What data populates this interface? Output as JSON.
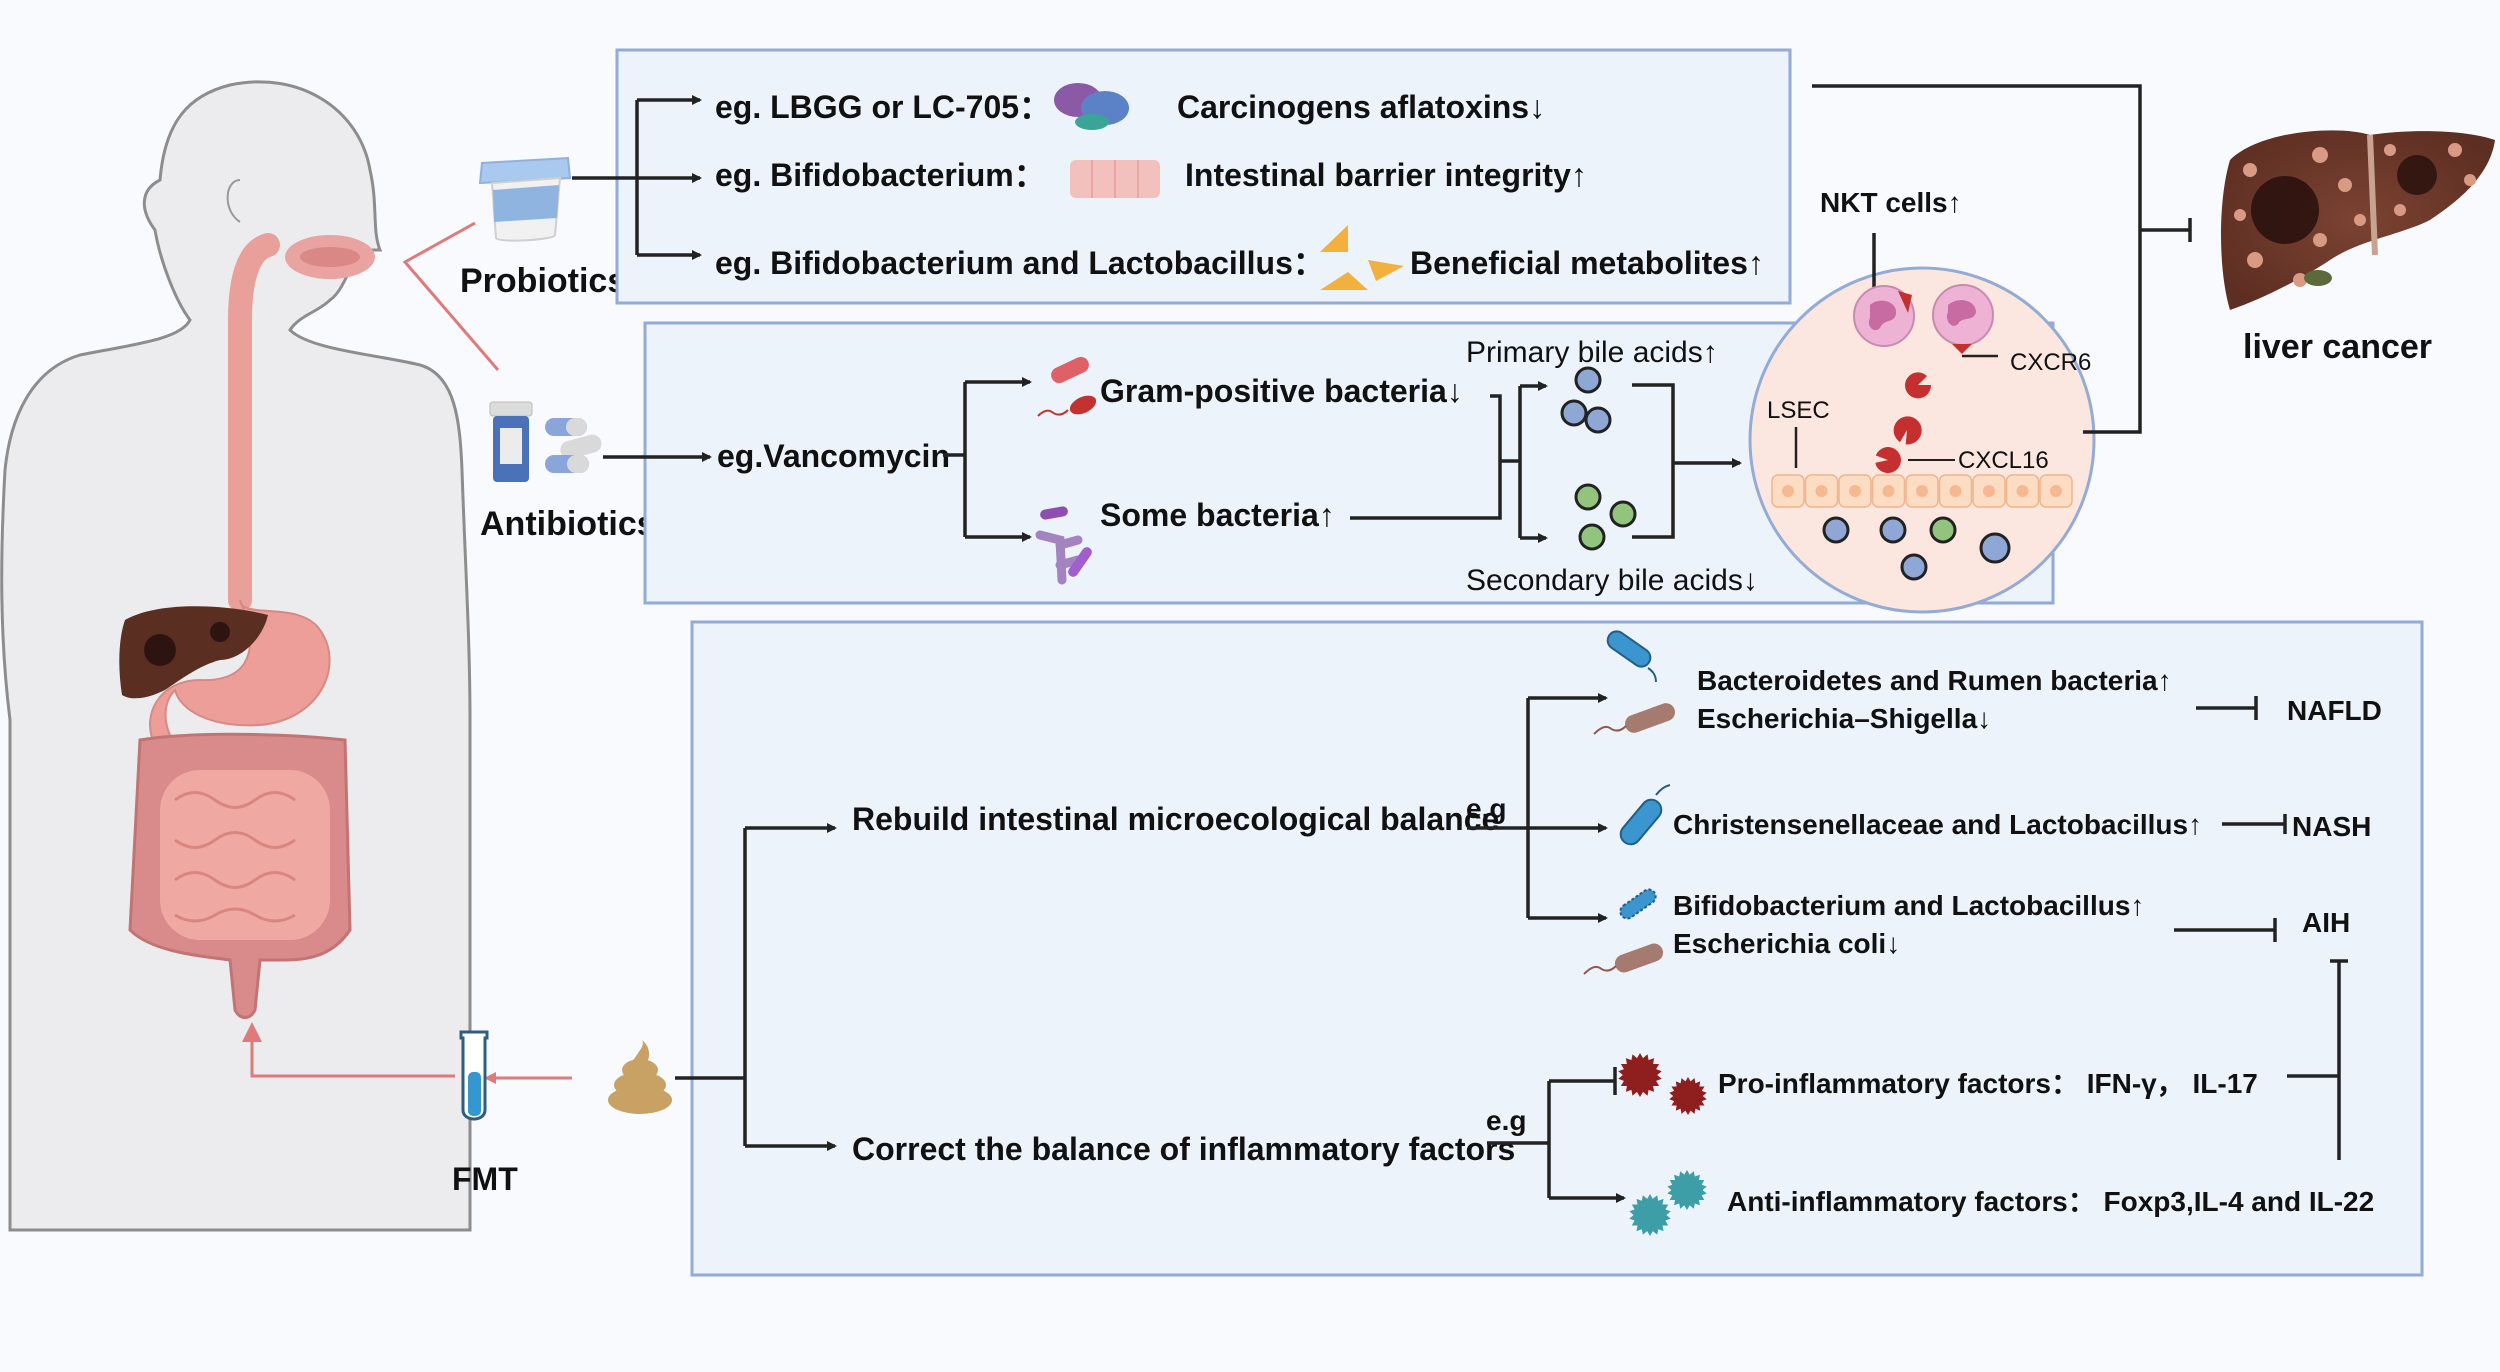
{
  "left_panel": {
    "probiotics_label": "Probiotics",
    "antibiotics_label": "Antibiotics",
    "fmt_label": "FMT"
  },
  "probiotics_box": {
    "rows": [
      {
        "example": "eg. LBGG or LC-705：",
        "effect": "Carcinogens aflatoxins↓",
        "icon": "protein-complex-icon"
      },
      {
        "example": "eg. Bifidobacterium：",
        "effect": "Intestinal barrier integrity↑",
        "icon": "intestinal-barrier-icon"
      },
      {
        "example": "eg. Bifidobacterium and Lactobacillus：",
        "effect": "Beneficial metabolites↑",
        "icon": "metabolite-triangles-icon"
      }
    ]
  },
  "antibiotics_box": {
    "drug": "eg.Vancomycin",
    "gram_positive": "Gram-positive bacteria↓",
    "some_bacteria": "Some bacteria↑",
    "primary_bile": "Primary bile acids↑",
    "secondary_bile": "Secondary bile acids↓"
  },
  "liver_zoom": {
    "nkt": "NKT cells↑",
    "cxcr6": "CXCR6",
    "lsec": "LSEC",
    "cxcl16": "CXCL16"
  },
  "outcome": {
    "label": "liver cancer"
  },
  "fmt_box": {
    "rebuild": "Rebuild intestinal microecological balance",
    "correct": "Correct the balance of inflammatory factors",
    "eg1": "e.g",
    "eg2": "e.g",
    "groups": [
      {
        "line1": "Bacteroidetes and Rumen bacteria↑",
        "line2": "Escherichia–Shigella↓",
        "disease": "NAFLD"
      },
      {
        "line1": "Christensenellaceae and Lactobacillus↑",
        "line2": "",
        "disease": "NASH"
      },
      {
        "line1": "Bifidobacterium and Lactobacillus↑",
        "line2": "Escherichia coli↓",
        "disease": "AIH"
      }
    ],
    "pro_inflammatory": "Pro-inflammatory factors： IFN-γ， IL-17",
    "anti_inflammatory": "Anti-inflammatory factors： Foxp3,IL-4 and IL-22"
  },
  "colors": {
    "box_fill": "#edf3fb",
    "box_border": "#94abd6",
    "arrow": "#222222",
    "fmt_arrow": "#e07a7a",
    "pro_inflammatory": "#8f1f1f",
    "anti_inflammatory": "#3d9ea8",
    "liver": "#6e3a2a",
    "circle_fill": "#fbe6e0"
  }
}
